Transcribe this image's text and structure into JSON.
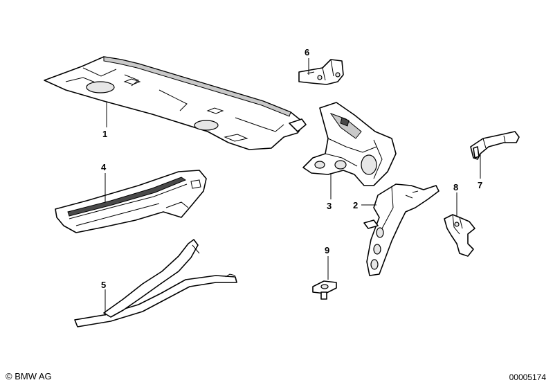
{
  "callouts": {
    "c1": "1",
    "c2": "2",
    "c3": "3",
    "c4": "4",
    "c5": "5",
    "c6": "6",
    "c7": "7",
    "c8": "8",
    "c9": "9"
  },
  "footer": {
    "copyright_symbol": "©",
    "brand": "BMW AG",
    "drawing_number": "00005174"
  }
}
